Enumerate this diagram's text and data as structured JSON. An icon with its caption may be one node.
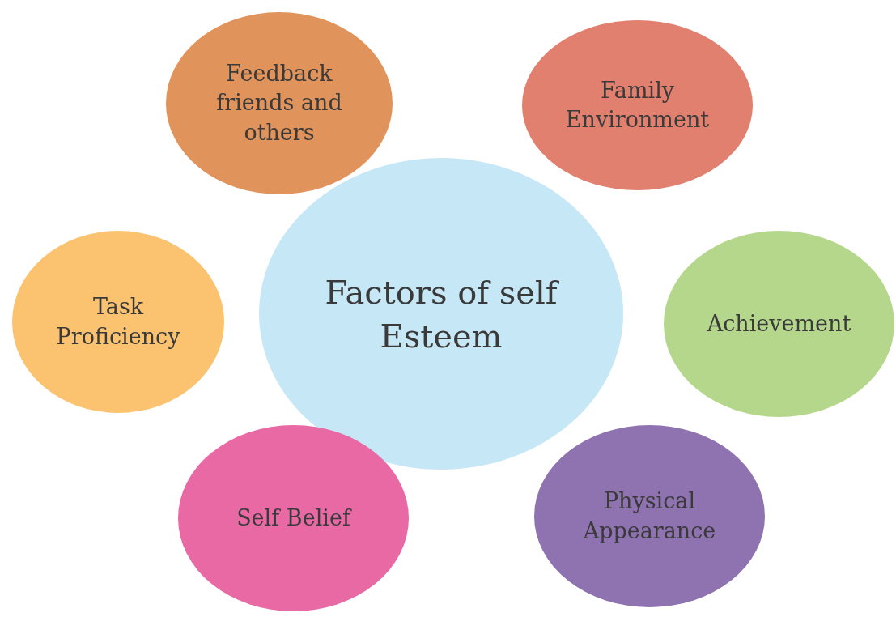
{
  "diagram": {
    "nodes": [
      {
        "text": [
          "Factors of self Esteem"
        ]
      },
      {
        "text": [
          "Feedback friends and others"
        ]
      },
      {
        "text": [
          "Family Environment"
        ]
      },
      {
        "text": [
          "Task Proficiency"
        ]
      },
      {
        "text": [
          "Achievement"
        ]
      },
      {
        "text": [
          "Self Belief"
        ]
      },
      {
        "text": [
          "Physical Appearance"
        ]
      }
    ]
  }
}
